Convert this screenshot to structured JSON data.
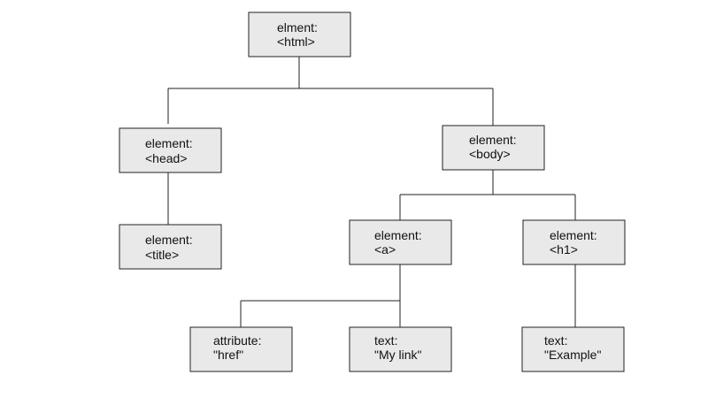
{
  "diagram": {
    "type": "dom-tree",
    "colors": {
      "box_fill": "#e9e9e9",
      "box_stroke": "#222222",
      "edge": "#222222",
      "text": "#111111"
    },
    "nodes": [
      {
        "id": "html",
        "line1": "elment:",
        "line2": "<html>"
      },
      {
        "id": "head",
        "line1": "element:",
        "line2": "<head>"
      },
      {
        "id": "body",
        "line1": "element:",
        "line2": "<body>"
      },
      {
        "id": "title",
        "line1": "element:",
        "line2": "<title>"
      },
      {
        "id": "a",
        "line1": "element:",
        "line2": "<a>"
      },
      {
        "id": "h1",
        "line1": "element:",
        "line2": "<h1>"
      },
      {
        "id": "href",
        "line1": "attribute:",
        "line2": "\"href\""
      },
      {
        "id": "mylink",
        "line1": "text:",
        "line2": "\"My link\""
      },
      {
        "id": "example",
        "line1": "text:",
        "line2": "\"Example\""
      }
    ],
    "edges": [
      {
        "from": "html",
        "to": "head"
      },
      {
        "from": "html",
        "to": "body"
      },
      {
        "from": "head",
        "to": "title"
      },
      {
        "from": "body",
        "to": "a"
      },
      {
        "from": "body",
        "to": "h1"
      },
      {
        "from": "a",
        "to": "href"
      },
      {
        "from": "a",
        "to": "mylink"
      },
      {
        "from": "h1",
        "to": "example"
      }
    ]
  }
}
